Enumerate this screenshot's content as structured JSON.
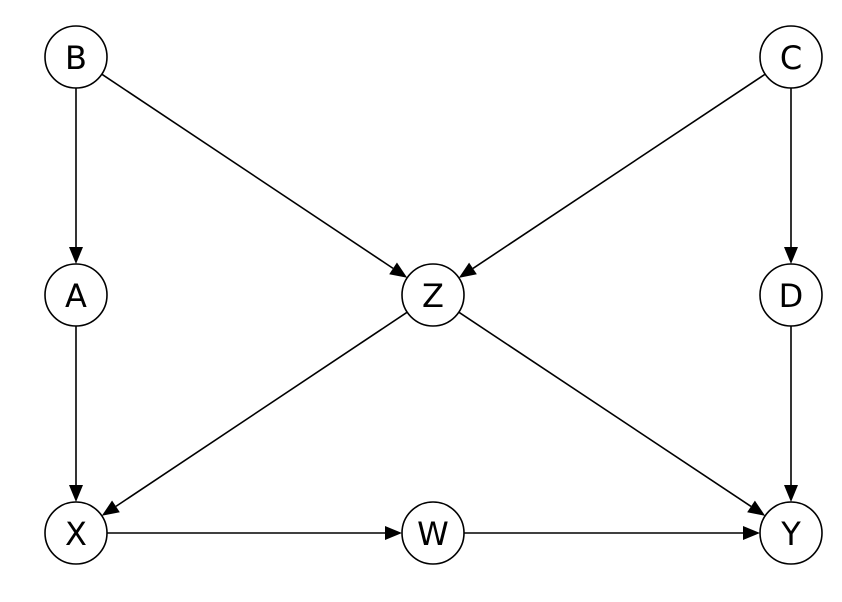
{
  "nodes": [
    {
      "id": "B",
      "label": "B"
    },
    {
      "id": "C",
      "label": "C"
    },
    {
      "id": "A",
      "label": "A"
    },
    {
      "id": "Z",
      "label": "Z"
    },
    {
      "id": "D",
      "label": "D"
    },
    {
      "id": "X",
      "label": "X"
    },
    {
      "id": "W",
      "label": "W"
    },
    {
      "id": "Y",
      "label": "Y"
    }
  ],
  "edges": [
    {
      "from": "B",
      "to": "A"
    },
    {
      "from": "B",
      "to": "Z"
    },
    {
      "from": "C",
      "to": "Z"
    },
    {
      "from": "C",
      "to": "D"
    },
    {
      "from": "A",
      "to": "X"
    },
    {
      "from": "Z",
      "to": "X"
    },
    {
      "from": "Z",
      "to": "Y"
    },
    {
      "from": "D",
      "to": "Y"
    },
    {
      "from": "X",
      "to": "W"
    },
    {
      "from": "W",
      "to": "Y"
    }
  ]
}
